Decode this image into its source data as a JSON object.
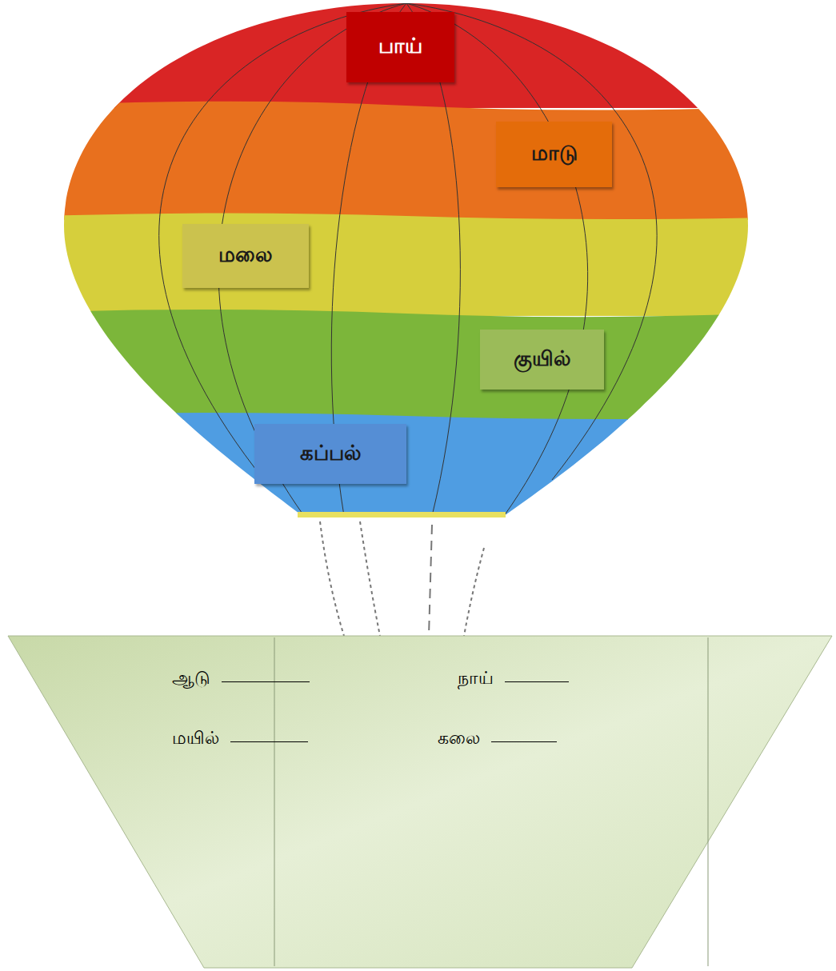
{
  "diagram": {
    "nodes": [
      {
        "text": [
          "பாய்"
        ]
      },
      {
        "text": [
          "மாடு"
        ]
      },
      {
        "text": [
          "மலை"
        ]
      },
      {
        "text": [
          "குயில்"
        ]
      },
      {
        "text": [
          "கப்பல்"
        ]
      },
      {
        "text": [
          "ஆடு",
          "நாய்",
          "மயில்",
          "கலை"
        ]
      }
    ]
  }
}
